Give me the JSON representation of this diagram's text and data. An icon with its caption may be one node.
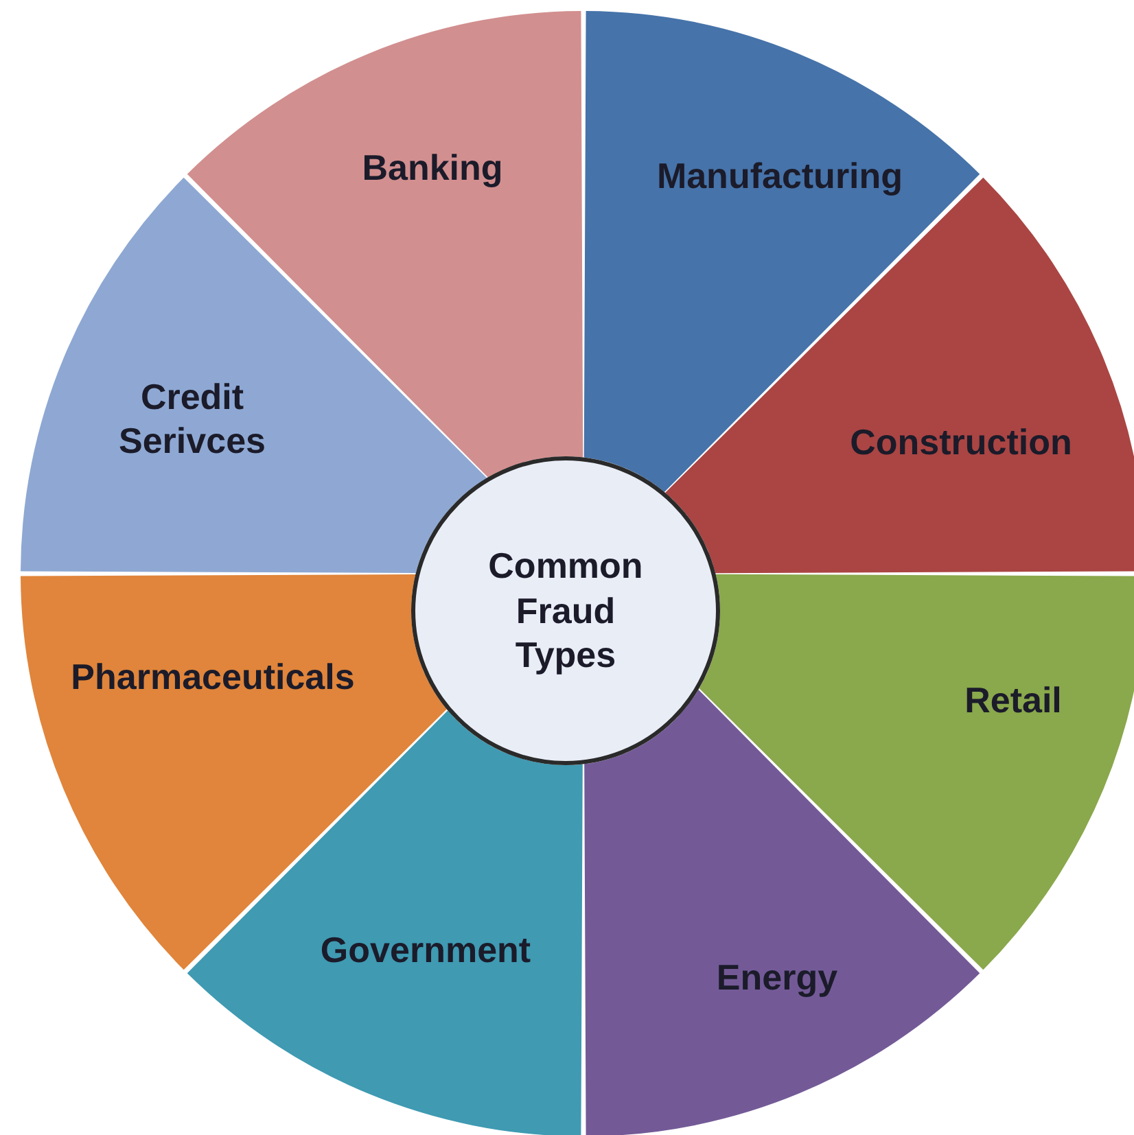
{
  "diagram": {
    "nodes": [
      {
        "text": [
          "Common Fraud Types"
        ]
      },
      {
        "text": [
          "Manufacturing"
        ]
      },
      {
        "text": [
          "Construction"
        ]
      },
      {
        "text": [
          "Retail"
        ]
      },
      {
        "text": [
          "Energy"
        ]
      },
      {
        "text": [
          "Government"
        ]
      },
      {
        "text": [
          "Pharmaceuticals"
        ]
      },
      {
        "text": [
          "Credit Serivces"
        ]
      },
      {
        "text": [
          "Banking"
        ]
      }
    ]
  }
}
